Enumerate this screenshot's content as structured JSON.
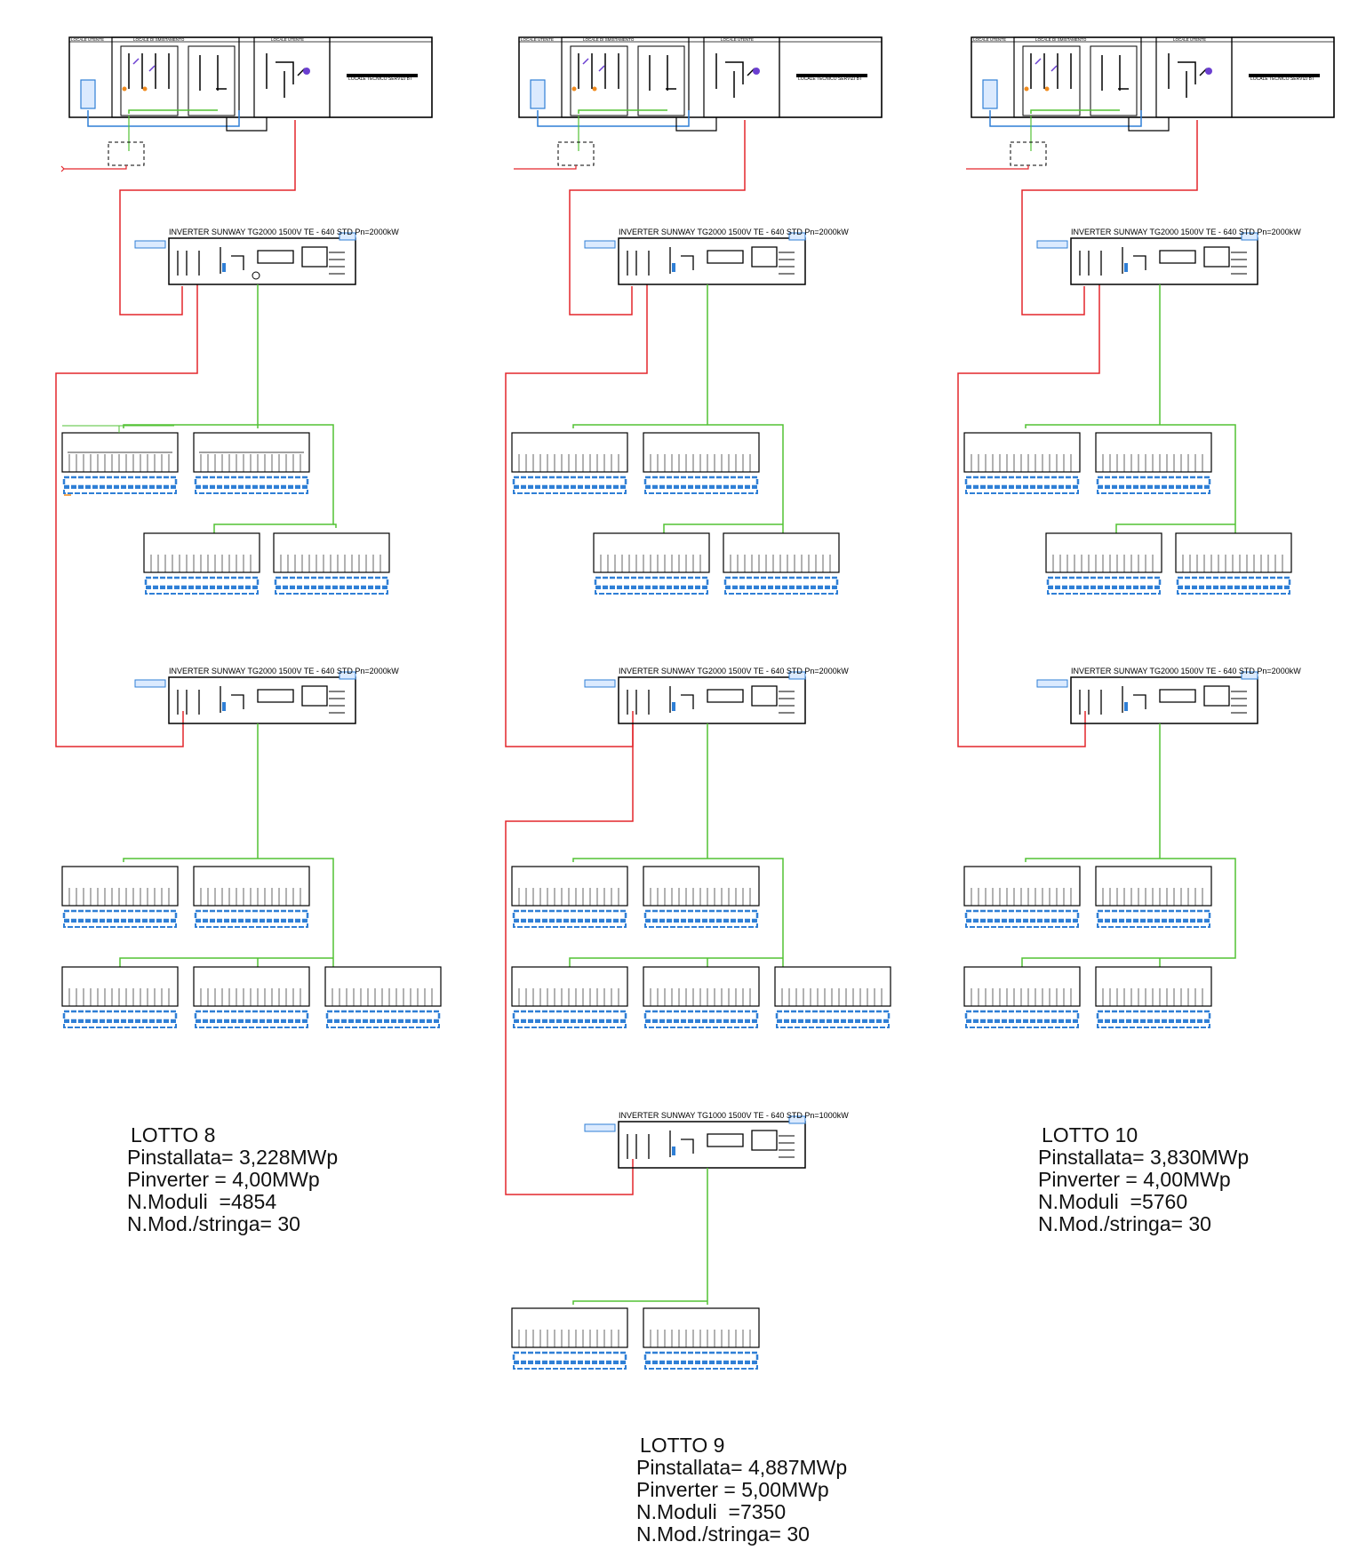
{
  "columns": [
    {
      "id": "lotto8",
      "room_labels": [
        "LOCALE UTENTE",
        "LOCALE DI SMISTAMENTO",
        "LOCALE UTENTE",
        "LOCALE TECNICO SERVIZI BT"
      ],
      "inverters": [
        {
          "label": "INVERTER SUNWAY TG2000 1500V TE - 640 STD Pn=2000kW"
        },
        {
          "label": "INVERTER SUNWAY TG2000 1500V TE - 640 STD Pn=2000kW"
        }
      ],
      "summary": {
        "title": "LOTTO 8",
        "p_installata": "Pinstallata= 3,228MWp",
        "p_inverter": "Pinverter = 4,00MWp",
        "n_moduli": "N.Moduli  =4854",
        "n_mod_stringa": "N.Mod./stringa= 30"
      }
    },
    {
      "id": "lotto9",
      "room_labels": [
        "LOCALE UTENTE",
        "LOCALE DI SMISTAMENTO",
        "LOCALE UTENTE",
        "LOCALE TECNICO SERVIZI BT"
      ],
      "inverters": [
        {
          "label": "INVERTER SUNWAY TG2000 1500V TE - 640 STD Pn=2000kW"
        },
        {
          "label": "INVERTER SUNWAY TG2000 1500V TE - 640 STD Pn=2000kW"
        },
        {
          "label": "INVERTER SUNWAY TG1000 1500V TE - 640 STD Pn=1000kW"
        }
      ],
      "summary": {
        "title": "LOTTO 9",
        "p_installata": "Pinstallata= 4,887MWp",
        "p_inverter": "Pinverter = 5,00MWp",
        "n_moduli": "N.Moduli  =7350",
        "n_mod_stringa": "N.Mod./stringa= 30"
      }
    },
    {
      "id": "lotto10",
      "room_labels": [
        "LOCALE UTENTE",
        "LOCALE DI SMISTAMENTO",
        "LOCALE UTENTE",
        "LOCALE TECNICO SERVIZI BT"
      ],
      "inverters": [
        {
          "label": "INVERTER SUNWAY TG2000 1500V TE - 640 STD Pn=2000kW"
        },
        {
          "label": "INVERTER SUNWAY TG2000 1500V TE - 640 STD Pn=2000kW"
        }
      ],
      "summary": {
        "title": "LOTTO 10",
        "p_installata": "Pinstallata= 3,830MWp",
        "p_inverter": "Pinverter = 4,00MWp",
        "n_moduli": "N.Moduli  =5760",
        "n_mod_stringa": "N.Mod./stringa= 30"
      }
    }
  ],
  "colors": {
    "line": "#000000",
    "ac_cable": "#e3262b",
    "dc_cable": "#52c234",
    "module_blue": "#2f7fd6",
    "accent_orange": "#f08a1c"
  }
}
